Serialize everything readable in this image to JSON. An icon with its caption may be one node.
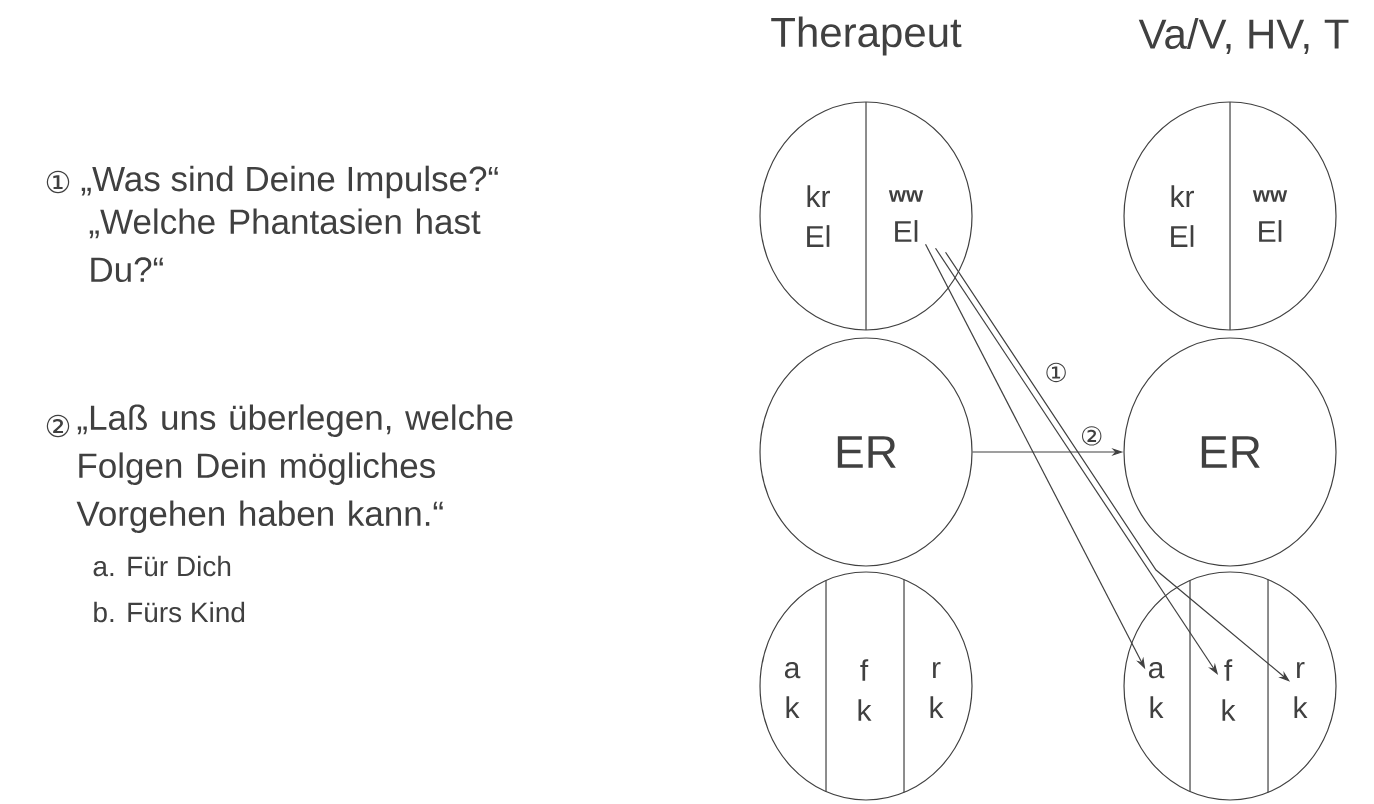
{
  "diagram": {
    "nodes": [
      {
        "text": [],
        "shape": "circle"
      },
      {
        "text": [
          "kr",
          "El"
        ],
        "in": 0
      },
      {
        "text": [
          "ww",
          "El"
        ],
        "in": 0
      },
      {
        "text": [
          "ER"
        ]
      },
      {
        "text": [],
        "shape": "circle"
      },
      {
        "text": [
          "a",
          "k"
        ],
        "in": 4
      },
      {
        "text": [
          "f",
          "k"
        ],
        "in": 4
      },
      {
        "text": [
          "r",
          "k"
        ],
        "in": 4
      },
      {
        "text": [],
        "shape": "circle"
      },
      {
        "text": [
          "kr",
          "El"
        ],
        "in": 8
      },
      {
        "text": [
          "ww",
          "El"
        ],
        "in": 8
      },
      {
        "text": [
          "ER"
        ]
      },
      {
        "text": [],
        "shape": "circle"
      },
      {
        "text": [
          "a",
          "k"
        ],
        "in": 12
      },
      {
        "text": [
          "f",
          "k"
        ],
        "in": 12
      },
      {
        "text": [
          "r",
          "k"
        ],
        "in": 12
      }
    ],
    "edges": [
      {
        "from": 2,
        "to": 13,
        "arrow": "to"
      },
      {
        "from": 2,
        "to": 14,
        "arrow": "to"
      },
      {
        "from": 2,
        "to": 15,
        "arrow": "to",
        "label": "①"
      },
      {
        "from": 3,
        "to": 11,
        "arrow": "to",
        "label": "②"
      }
    ],
    "labels": [
      "Therapeut",
      "Va/V, HV, T",
      "①",
      "„Was sind Deine Impulse?“",
      "„Welche Phantasien hast Du?“",
      "②",
      "„Laß uns überlegen, welche Folgen Dein mögliches Vorgehen haben kann.“",
      "a. Für Dich",
      "b. Fürs Kind"
    ]
  }
}
